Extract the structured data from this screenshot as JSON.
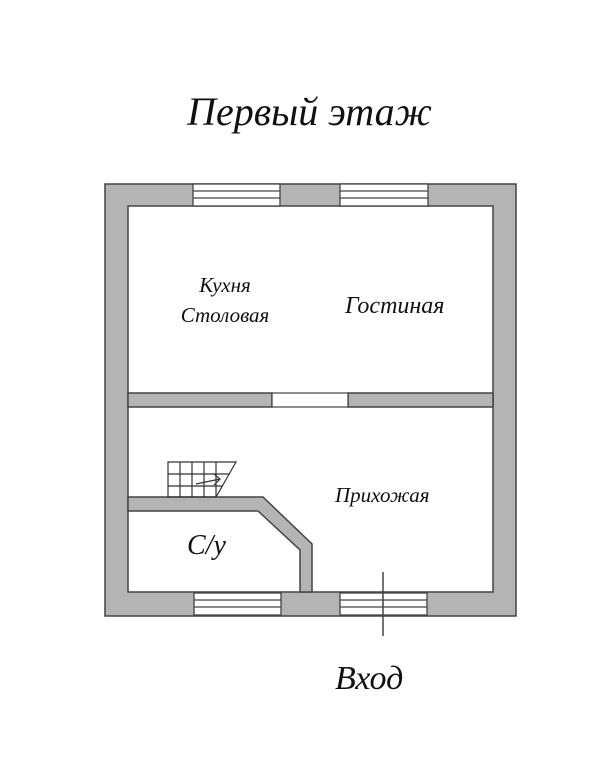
{
  "title": "Первый этаж",
  "rooms": {
    "kitchen_line1": "Кухня",
    "kitchen_line2": "Столовая",
    "living": "Гостиная",
    "hall": "Прихожая",
    "wc": "С/у"
  },
  "entrance": "Вход",
  "colors": {
    "wall": "#b4b4b4",
    "outline": "#444444"
  }
}
